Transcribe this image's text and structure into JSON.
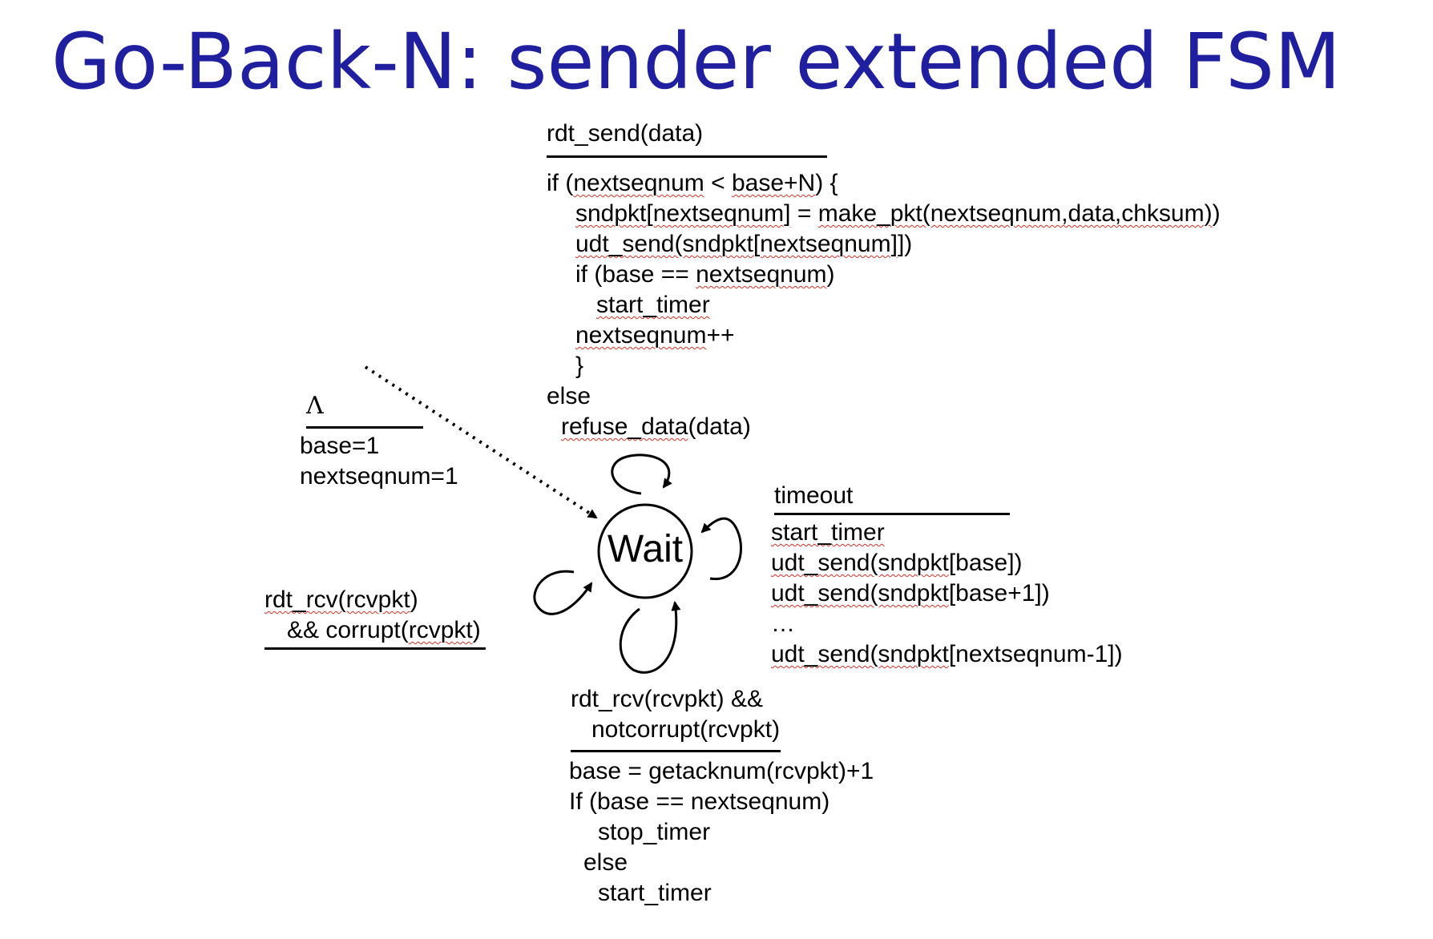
{
  "title": "Go-Back-N: sender extended FSM",
  "state": {
    "label": "Wait"
  },
  "init": {
    "event": "Λ",
    "actions": [
      "base=1",
      "nextseqnum=1"
    ]
  },
  "send": {
    "event": "rdt_send(data)",
    "actions": [
      [
        "if (",
        "nextseqnum",
        " < ",
        "base+N",
        ") {"
      ],
      [
        "",
        "sndpkt[nextseqnum]",
        " = ",
        "make_pkt(nextseqnum,data,chksum)",
        ")"
      ],
      [
        "",
        "udt_send(sndpkt[nextseqnum]",
        "])"
      ],
      [
        "if (base == ",
        "nextseqnum",
        ")"
      ],
      [
        "",
        "start_timer",
        ""
      ],
      [
        "",
        "nextseqnum",
        "++"
      ],
      [
        "}"
      ],
      [
        "else"
      ],
      [
        "",
        "refuse_data",
        "(data)"
      ]
    ]
  },
  "timeout": {
    "event": "timeout",
    "actions": [
      [
        "",
        "start_timer",
        ""
      ],
      [
        "",
        "udt_send(sndpkt",
        "[base])"
      ],
      [
        "",
        "udt_send(sndpkt",
        "[base+1])"
      ],
      [
        "…"
      ],
      [
        "",
        "udt_send(sndpkt",
        "[nextseqnum-1])"
      ]
    ]
  },
  "corrupt": {
    "event": [
      [
        "",
        "rdt_rcv(rcvpkt",
        ")"
      ],
      [
        "&& corrupt(",
        "rcvpkt",
        ")"
      ]
    ]
  },
  "ack": {
    "event": [
      "rdt_rcv(rcvpkt) &&",
      "notcorrupt(rcvpkt)"
    ],
    "actions": [
      "base = getacknum(rcvpkt)+1",
      "If (base == nextseqnum)",
      "stop_timer",
      "else",
      "start_timer"
    ]
  }
}
